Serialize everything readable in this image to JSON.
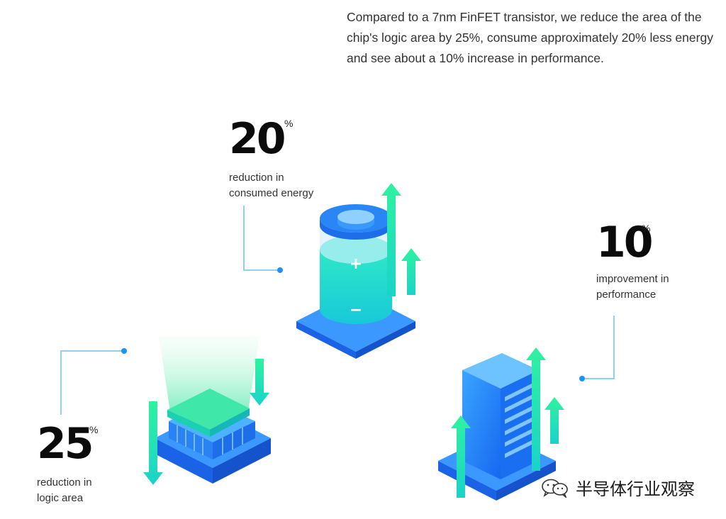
{
  "intro": {
    "text": "Compared to a 7nm FinFET transistor, we reduce the area of the chip's logic area by 25%, consume approximately 20% less energy and see about a 10% increase in performance."
  },
  "stats": {
    "energy": {
      "value": "20",
      "unit": "%",
      "label_line1": "reduction in",
      "label_line2": "consumed energy"
    },
    "performance": {
      "value": "10",
      "unit": "%",
      "label_line1": "improvement in",
      "label_line2": "performance"
    },
    "area": {
      "value": "25",
      "unit": "%",
      "label_line1": "reduction in",
      "label_line2": "logic area"
    }
  },
  "battery": {
    "plus": "+",
    "minus": "−"
  },
  "watermark": {
    "text": "半导体行业观察",
    "icon": "wechat-icon"
  },
  "colors": {
    "blue": "#1f7bff",
    "teal": "#2fe6b0",
    "cyan": "#19d7e8",
    "line": "#8fd0f5",
    "dot": "#1e90ff"
  }
}
